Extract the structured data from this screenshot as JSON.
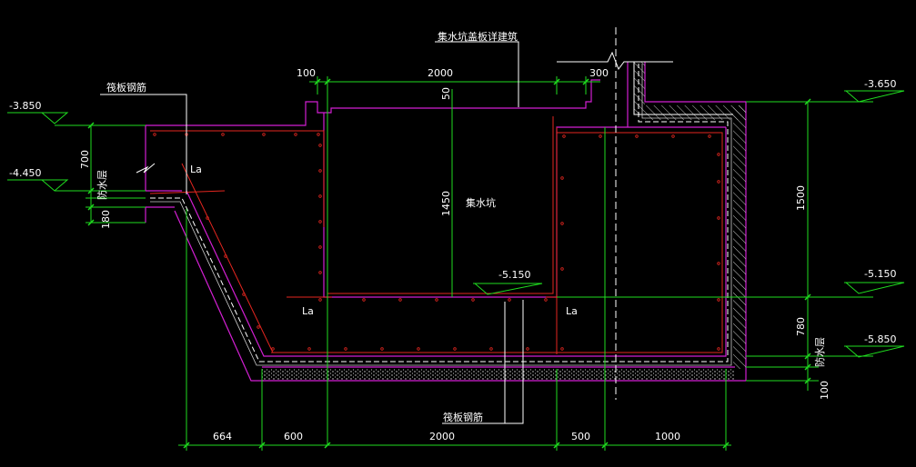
{
  "labels": {
    "top_note": "集水坑盖板详建筑",
    "raft_rebar_left": "筏板钢筋",
    "raft_rebar_bottom": "筏板钢筋",
    "sump": "集水坑",
    "waterproof_left": "防水层",
    "waterproof_right": "防水层",
    "lap_left_top": "La",
    "lap_left_bottom": "La",
    "lap_right_bottom": "La"
  },
  "elevations": {
    "left_top": "-3.850",
    "left_mid": "-4.450",
    "center": "-5.150",
    "right_top": "-3.650",
    "right_mid": "-5.150",
    "right_bottom": "-5.850"
  },
  "dimensions": {
    "top_100": "100",
    "top_2000": "2000",
    "top_300": "300",
    "top_50": "50",
    "pit_depth": "1450",
    "left_700": "700",
    "left_180": "180",
    "right_1500": "1500",
    "right_780": "780",
    "right_100": "100",
    "bottom_664": "664",
    "bottom_600": "600",
    "bottom_2000": "2000",
    "bottom_500": "500",
    "bottom_1000": "1000"
  },
  "colors": {
    "background": "#000000",
    "dimension": "#1fdc1f",
    "concrete_outline": "#d21fd2",
    "rebar": "#e3261f",
    "text": "#ffffff"
  }
}
